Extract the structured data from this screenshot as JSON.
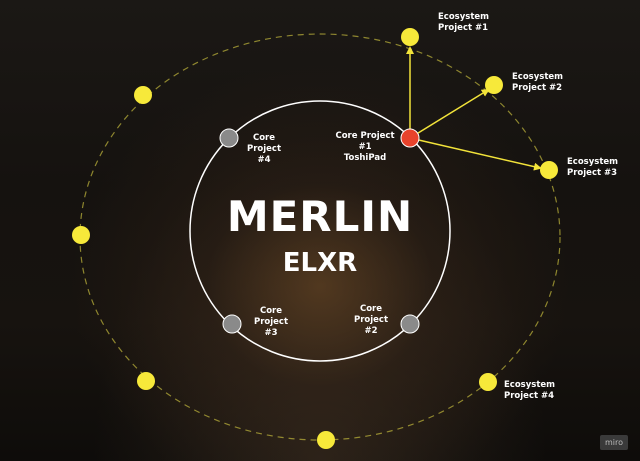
{
  "title": "MERLIN",
  "subtitle": "ELXR",
  "core_projects": [
    {
      "id": "core-1",
      "label": "Core Project #1\nToshiPad",
      "color": "#e8432c"
    },
    {
      "id": "core-2",
      "label": "Core\nProject #2",
      "color": "#8a8a8a"
    },
    {
      "id": "core-3",
      "label": "Core\nProject #3",
      "color": "#8a8a8a"
    },
    {
      "id": "core-4",
      "label": "Core\nProject #4",
      "color": "#8a8a8a"
    }
  ],
  "ecosystem_projects": [
    {
      "id": "eco-1",
      "label": "Ecosystem\nProject #1"
    },
    {
      "id": "eco-2",
      "label": "Ecosystem\nProject #2"
    },
    {
      "id": "eco-3",
      "label": "Ecosystem\nProject #3"
    },
    {
      "id": "eco-4",
      "label": "Ecosystem\nProject #4"
    }
  ],
  "links": [
    {
      "from": "core-1",
      "to": "eco-1"
    },
    {
      "from": "core-1",
      "to": "eco-2"
    },
    {
      "from": "core-1",
      "to": "eco-3"
    }
  ],
  "colors": {
    "ecosystem_node": "#f7e93a",
    "arrow": "#f2e33a",
    "inner_ring": "#ffffff",
    "outer_ring": "#b7ad3a"
  },
  "watermark": "miro"
}
